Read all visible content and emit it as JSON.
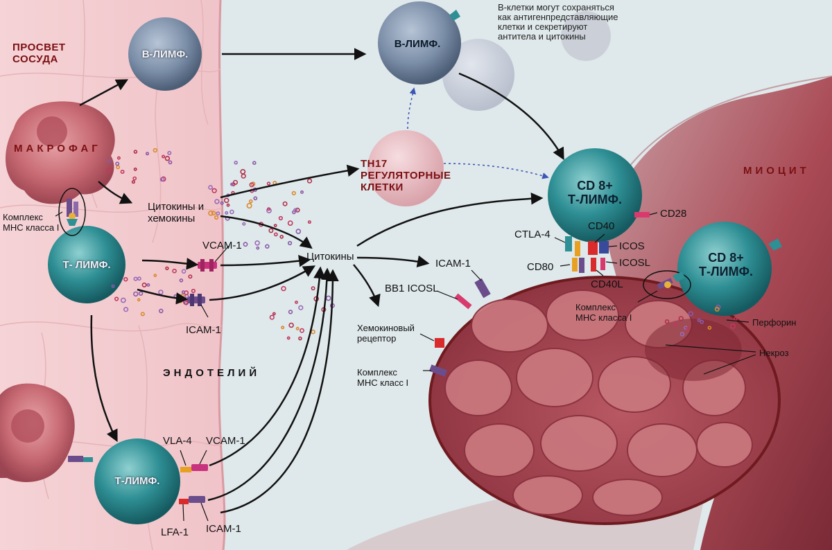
{
  "regions": {
    "vessel_lumen": "ПРОСВЕТ СОСУДА",
    "vessel_lumen_line1": "ПРОСВЕТ",
    "vessel_lumen_line2": "СОСУДА",
    "endothelium": "ЭНДОТЕЛИЙ",
    "myocyte": "МИОЦИТ",
    "macrophage": "МАКРОФАГ"
  },
  "cells": {
    "b_lymph_left": "В-ЛИМФ.",
    "b_lymph_right": "В-ЛИМФ.",
    "t_lymph_mid": "Т- ЛИМФ.",
    "t_lymph_bottom": "Т-ЛИМФ.",
    "th17_line1": "TH17",
    "th17_line2": "РЕГУЛЯТОРНЫЕ",
    "th17_line3": "КЛЕТКИ",
    "cd8_a_line1": "CD 8+",
    "cd8_a_line2": "Т-ЛИМФ.",
    "cd8_b_line1": "CD 8+",
    "cd8_b_line2": "Т-ЛИМФ."
  },
  "labels": {
    "b_cell_note_line1": "В-клетки могут сохраняться",
    "b_cell_note_line2": "как антигенпредставляющие",
    "b_cell_note_line3": "клетки и секретируют",
    "b_cell_note_line4": "антитела и цитокины",
    "mhc1_left_line1": "Комплекс",
    "mhc1_left_line2": "МНС класса I",
    "cytokines_chemokines_line1": "Цитокины и",
    "cytokines_chemokines_line2": "хемокины",
    "cytokines": "Цитокины",
    "vcam1_mid": "VCAM-1",
    "icam1_mid": "ICAM-1",
    "vla4": "VLA-4",
    "vcam1_bottom": "VCAM-1",
    "lfa1": "LFA-1",
    "icam1_bottom": "ICAM-1",
    "icam1_right": "ICAM-1",
    "bb1_icosl": "BB1 ICOSL",
    "chemokine_receptor_line1": "Хемокиновый",
    "chemokine_receptor_line2": "рецептор",
    "mhc1_myocyte_line1": "Комплекс",
    "mhc1_myocyte_line2": "МНС класс I",
    "ctla4": "CTLA-4",
    "cd40": "CD40",
    "icos": "ICOS",
    "cd80": "CD80",
    "icosl": "ICOSL",
    "cd40l": "CD40L",
    "cd28": "CD28",
    "mhc1_right_line1": "Комплекс",
    "mhc1_right_line2": "МНС класса I",
    "perforin": "Перфорин",
    "necrosis": "Некроз"
  },
  "colors": {
    "background": "#dfe8ea",
    "endothelium": "#f3cfd2",
    "endothelium_line": "#e2aab0",
    "macrophage": "#c86a73",
    "b_lymph": "#7c8fa8",
    "t_lymph": "#2e8f94",
    "th17": "#e7b9bf",
    "myocyte": "#a94a55",
    "myocyte_border": "#6e1a1f",
    "fiber": "#c9767d",
    "heading_red": "#7a1012",
    "arrow": "#111111",
    "dashed_arrow": "#3b56b6"
  }
}
